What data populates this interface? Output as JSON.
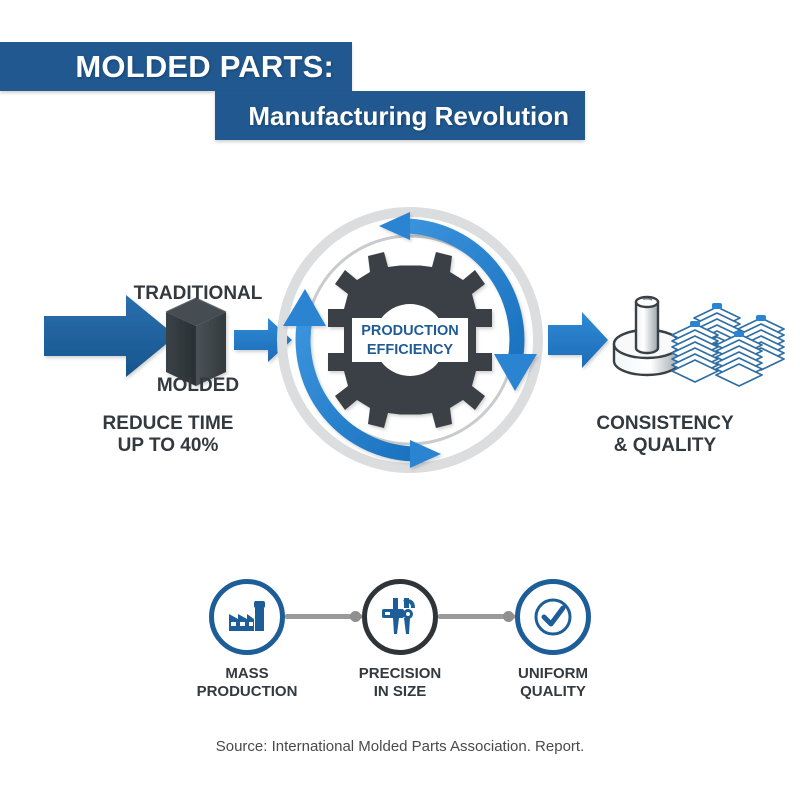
{
  "header": {
    "title_main": "MOLDED PARTS:",
    "title_sub": "Manufacturing Revolution",
    "bar_color": "#20588f"
  },
  "colors": {
    "brand_blue": "#20588f",
    "accent_blue": "#2a84d2",
    "arrow_blue": "#1d5e99",
    "dark": "#333a3f",
    "ring_gray": "#d9dadb",
    "ring_gray_inner": "#c6c8c9",
    "connector_gray": "#9a9a9a"
  },
  "left_section": {
    "big_arrow_icon": "thick-right-arrow-icon",
    "label_above": "TRADITIONAL",
    "box_icon": "molded-box-icon",
    "label_below": "MOLDED",
    "small_arrow_icon": "right-arrow-icon",
    "caption": "REDUCE TIME\nUP TO 40%"
  },
  "center_cycle": {
    "gear_icon": "gear-icon",
    "gear_text_line1": "PRODUCTION",
    "gear_text_line2": "EFFICIENCY",
    "arc_arrow_top_icon": "curved-arrow-counterclockwise-icon",
    "arc_arrow_bottom_icon": "curved-arrow-clockwise-icon"
  },
  "right_section": {
    "arrow_icon": "right-arrow-icon",
    "part_icon": "machined-part-icon",
    "stack_icon": "stacked-parts-icon",
    "caption": "CONSISTENCY\n& QUALITY"
  },
  "bottom_steps": [
    {
      "icon": "factory-icon",
      "label": "MASS\nPRODUCTION",
      "ring": "blue"
    },
    {
      "icon": "caliper-icon",
      "label": "PRECISION\nIN SIZE",
      "ring": "dark"
    },
    {
      "icon": "check-circle-icon",
      "label": "UNIFORM\nQUALITY",
      "ring": "blue"
    }
  ],
  "footer": {
    "source": "Source: International Molded Parts Association. Report."
  }
}
